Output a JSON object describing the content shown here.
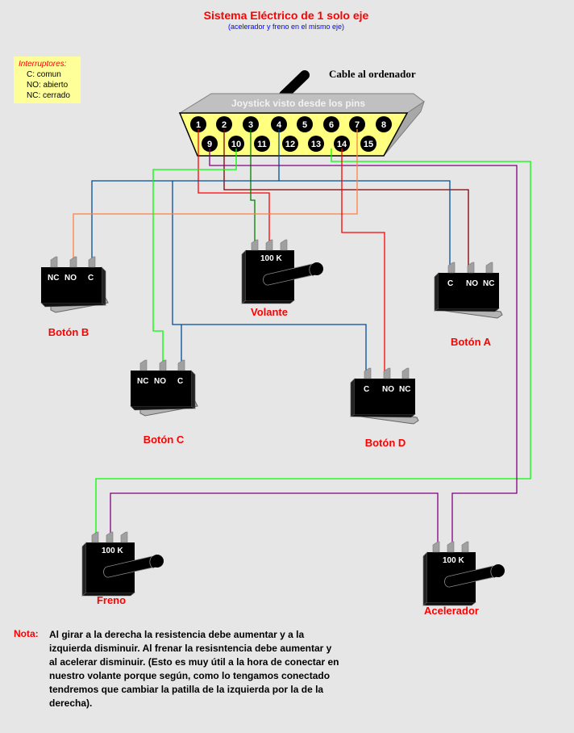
{
  "title": "Sistema Eléctrico de 1 solo eje",
  "subtitle": "(acelerador y freno en el mismo eje)",
  "legend": {
    "heading": "Interruptores:",
    "items": [
      "C: comun",
      "NO: abierto",
      "NC: cerrado"
    ]
  },
  "connector": {
    "cable_label": "Cable al ordenador",
    "face_label": "Joystick visto desde los pins",
    "pins": [
      "1",
      "2",
      "3",
      "4",
      "5",
      "6",
      "7",
      "8",
      "9",
      "10",
      "11",
      "12",
      "13",
      "14",
      "15"
    ]
  },
  "components": {
    "volante": {
      "label": "Volante",
      "value": "100 K"
    },
    "freno": {
      "label": "Freno",
      "value": "100 K"
    },
    "acelerador": {
      "label": "Acelerador",
      "value": "100 K"
    },
    "boton_a": {
      "label": "Botón A",
      "terminals": [
        "C",
        "NO",
        "NC"
      ]
    },
    "boton_b": {
      "label": "Botón B",
      "terminals": [
        "NC",
        "NO",
        "C"
      ]
    },
    "boton_c": {
      "label": "Botón C",
      "terminals": [
        "NC",
        "NO",
        "C"
      ]
    },
    "boton_d": {
      "label": "Botón D",
      "terminals": [
        "C",
        "NO",
        "NC"
      ]
    }
  },
  "note": {
    "label": "Nota:",
    "text": "Al girar a la derecha la resistencia debe aumentar y a la izquierda disminuir. Al frenar la resisntencia debe aumentar y al acelerar disminuir. (Esto es muy útil a la hora de conectar en nuestro volante porque según, como lo tengamos conectado tendremos que cambiar la patilla de la izquierda por la de la derecha)."
  }
}
